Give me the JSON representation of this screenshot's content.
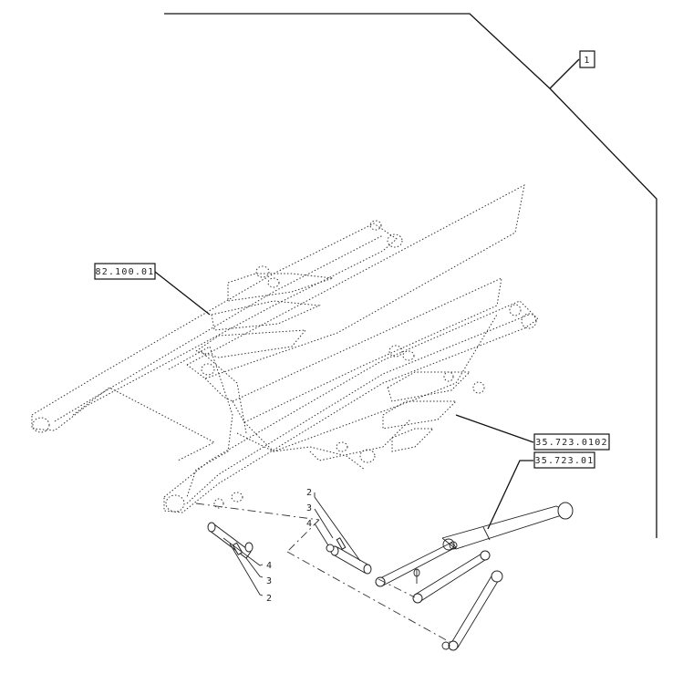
{
  "labels": {
    "top_right_box": "1",
    "ref_left": "82.100.01",
    "ref_right_upper": "35.723.0102",
    "ref_right_lower": "35.723.01"
  },
  "callouts": {
    "left_group": [
      "4",
      "3",
      "2"
    ],
    "center_group": [
      "2",
      "3",
      "4"
    ]
  }
}
